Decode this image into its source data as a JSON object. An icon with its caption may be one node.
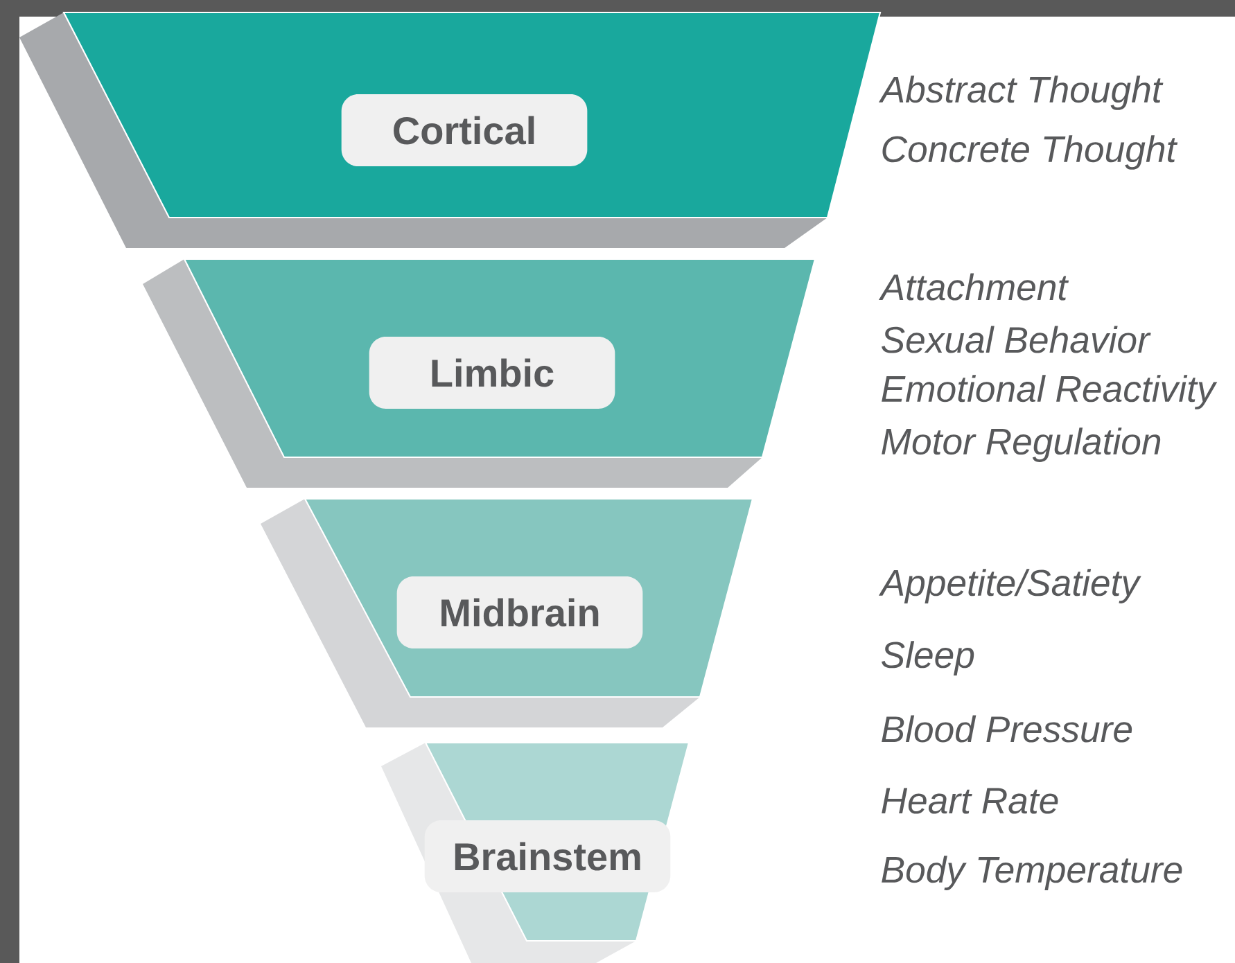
{
  "diagram": {
    "nodes": [
      {
        "text": [
          "Cortical"
        ]
      },
      {
        "text": [
          "Limbic"
        ]
      },
      {
        "text": [
          "Midbrain"
        ]
      },
      {
        "text": [
          "Brainstem"
        ]
      }
    ],
    "labels": [
      "Abstract Thought",
      "Concrete Thought",
      "Attachment",
      "Sexual Behavior",
      "Emotional Reactivity",
      "Motor Regulation",
      "Appetite/Satiety",
      "Sleep",
      "Blood Pressure",
      "Heart Rate",
      "Body Temperature"
    ]
  }
}
